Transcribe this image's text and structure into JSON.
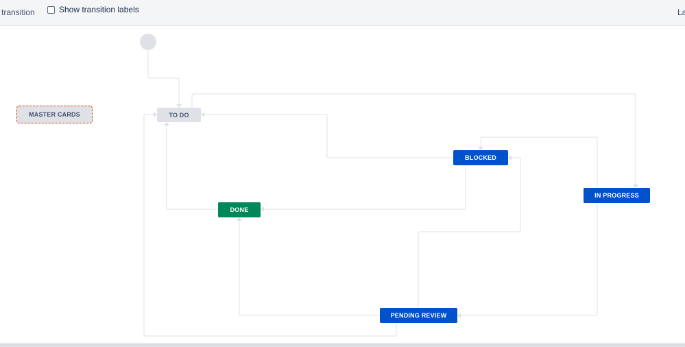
{
  "toolbar": {
    "left_text": "l transition",
    "show_labels_checkbox": {
      "label": "Show transition labels",
      "checked": false
    },
    "right_text": "Las"
  },
  "workflow": {
    "statuses": {
      "master_cards": "MASTER CARDS",
      "todo": "TO DO",
      "blocked": "BLOCKED",
      "in_progress": "IN PROGRESS",
      "done": "DONE",
      "pending_review": "PENDING REVIEW"
    }
  },
  "colors": {
    "todo_status": "#dfe1e6",
    "in_progress_status": "#0052cc",
    "done_status": "#00875a",
    "connector": "#dfe1e6",
    "selected_outline": "#de350b"
  }
}
